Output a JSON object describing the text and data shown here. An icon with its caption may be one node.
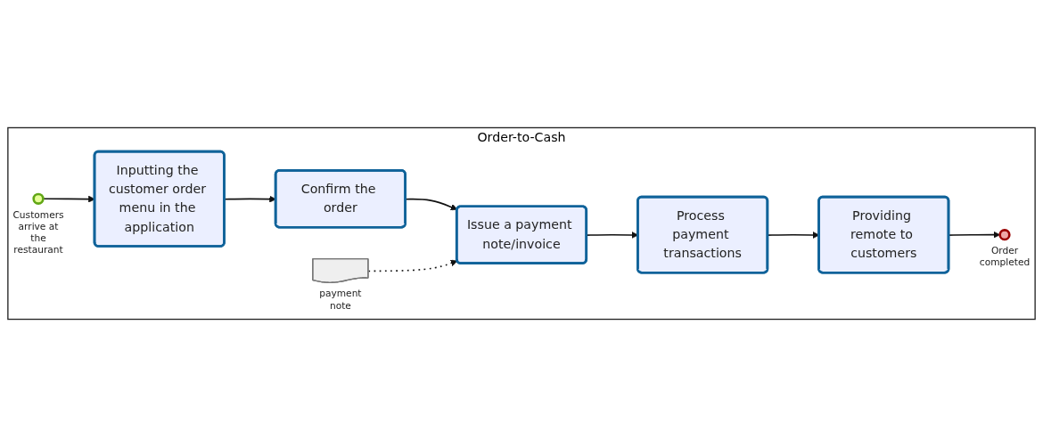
{
  "diagram": {
    "nodes": [
      {
        "text": [
          "Order-to-Cash"
        ]
      },
      {
        "text": [],
        "shape": "circle",
        "beside": [
          "Customers arrive at the restaurant"
        ],
        "in": 0
      },
      {
        "text": [
          "Inputting the customer order menu in the application"
        ],
        "in": 0
      },
      {
        "text": [
          "Confirm the order"
        ],
        "in": 0
      },
      {
        "text": [
          "Issue a payment note/invoice"
        ],
        "in": 0
      },
      {
        "text": [
          "Process payment transactions"
        ],
        "in": 0
      },
      {
        "text": [
          "Providing remote to customers"
        ],
        "in": 0
      },
      {
        "text": [],
        "shape": "circle",
        "beside": [
          "Order completed"
        ],
        "in": 0
      },
      {
        "text": [],
        "shape": "document",
        "beside": [
          "payment note"
        ],
        "in": 0
      }
    ],
    "edges": [
      {
        "from": 1,
        "to": 2,
        "arrow": "to"
      },
      {
        "from": 2,
        "to": 3,
        "arrow": "to"
      },
      {
        "from": 3,
        "to": 4,
        "arrow": "to"
      },
      {
        "from": 4,
        "to": 5,
        "arrow": "to"
      },
      {
        "from": 5,
        "to": 6,
        "arrow": "to"
      },
      {
        "from": 6,
        "to": 7,
        "arrow": "to"
      },
      {
        "from": 8,
        "to": 4,
        "arrow": "to",
        "style": "dashed"
      }
    ]
  }
}
